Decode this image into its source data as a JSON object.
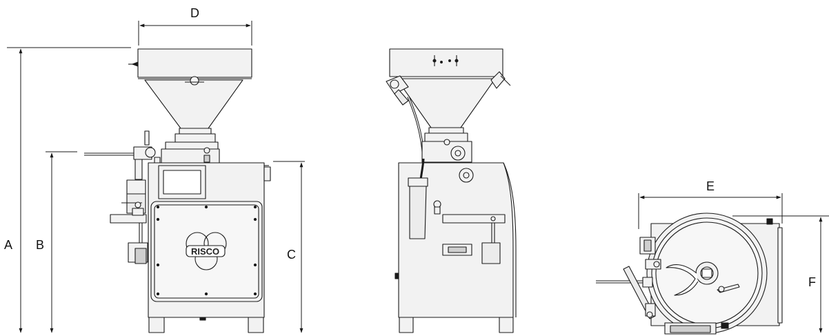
{
  "dimension_labels": {
    "a": "A",
    "b": "B",
    "c": "C",
    "d": "D",
    "e": "E",
    "f": "F"
  },
  "brand_logo": "RISCO",
  "colors": {
    "line": "#1a1a1a",
    "body_fill": "#f2f2f2",
    "dark_fill": "#cfcfcf",
    "background": "#ffffff"
  }
}
